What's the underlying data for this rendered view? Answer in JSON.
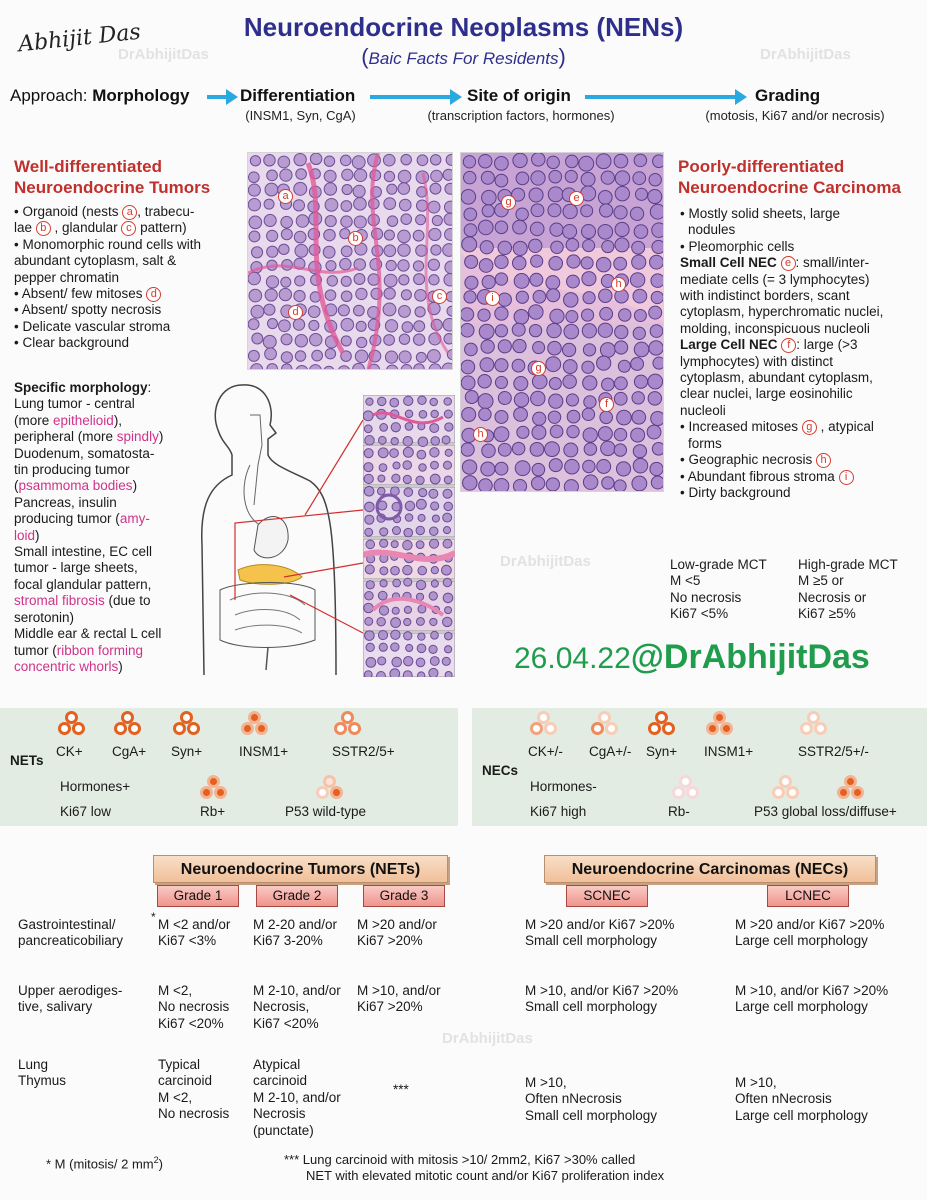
{
  "title": "Neuroendocrine Neoplasms (NENs)",
  "subtitle_open": "(",
  "subtitle": "Baic Facts For Residents",
  "subtitle_close": ")",
  "signature": "Abhijit Das",
  "watermark": "DrAbhijitDas",
  "approach": {
    "label": "Approach:",
    "steps": [
      {
        "name": "Morphology",
        "sub": ""
      },
      {
        "name": "Differentiation",
        "sub": "(INSM1, Syn, CgA)"
      },
      {
        "name": "Site of origin",
        "sub": "(transcription factors, hormones)"
      },
      {
        "name": "Grading",
        "sub": "(motosis, Ki67 and/or necrosis)"
      }
    ]
  },
  "wd": {
    "heading1": "Well-differentiated",
    "heading2": "Neuroendocrine Tumors",
    "bullets": [
      "• Organoid (nests",
      ", trabecu-",
      "lae",
      ", glandular",
      "pattern)",
      "• Monomorphic round cells with",
      "abundant cytoplasm, salt &",
      "pepper chromatin",
      "• Absent/ few mitoses",
      "• Absent/ spotty necrosis",
      "• Delicate vascular stroma",
      "• Clear background"
    ]
  },
  "specific": {
    "heading": "Specific morphology",
    "colon": ":",
    "lines": [
      {
        "t": "Lung tumor - central",
        "p": ""
      },
      {
        "t": "(more ",
        "p": "epithelioid",
        "e": "),"
      },
      {
        "t": "peripheral (more ",
        "p": "spindly",
        "e": ")"
      },
      {
        "t": "Duodenum, somatosta-",
        "p": ""
      },
      {
        "t": "tin producing tumor",
        "p": ""
      },
      {
        "t": "(",
        "p": "psammoma bodies",
        "e": ")"
      },
      {
        "t": "Pancreas, insulin",
        "p": ""
      },
      {
        "t": "producing tumor (",
        "p": "amy-",
        "e": ""
      },
      {
        "t": "",
        "p": "loid",
        "e": ")"
      },
      {
        "t": "Small intestine, EC cell",
        "p": ""
      },
      {
        "t": "tumor - large sheets,",
        "p": ""
      },
      {
        "t": "focal glandular pattern,",
        "p": ""
      },
      {
        "t": "",
        "p": "stromal fibrosis",
        "e": " (due to"
      },
      {
        "t": "serotonin)",
        "p": ""
      },
      {
        "t": "Middle ear & rectal L cell",
        "p": ""
      },
      {
        "t": "tumor (",
        "p": "ribbon forming",
        "e": ""
      },
      {
        "t": "",
        "p": "concentric whorls",
        "e": ")"
      }
    ]
  },
  "pd": {
    "heading1": "Poorly-differentiated",
    "heading2": "Neuroendocrine Carcinoma",
    "lines": [
      "• Mostly solid sheets, large",
      "nodules",
      "• Pleomorphic cells",
      "Small Cell NEC",
      ": small/inter-",
      "mediate cells (= 3 lymphocytes)",
      "with indistinct borders, scant",
      "cytoplasm, hyperchromatic nuclei,",
      "molding, inconspicuous nucleoli",
      "Large Cell NEC",
      ": large (>3",
      "lymphocytes) with distinct",
      "cytoplasm, abundant cytoplasm,",
      "clear nuclei, large eosinohilic",
      "nucleoli",
      "• Increased mitoses",
      ", atypical",
      "forms",
      "• Geographic necrosis",
      "• Abundant fibrous stroma",
      "• Dirty background"
    ]
  },
  "circle_labels": [
    "a",
    "b",
    "c",
    "d",
    "e",
    "f",
    "g",
    "h",
    "i"
  ],
  "mct": {
    "low": [
      "Low-grade MCT",
      "M <5",
      "No necrosis",
      "Ki67 <5%"
    ],
    "high": [
      "High-grade MCT",
      "M ≥5 or",
      "Necrosis or",
      "Ki67 ≥5%"
    ]
  },
  "date": "26.04.22",
  "handle": "@DrAbhijitDas",
  "nets_box": {
    "label": "NETs",
    "markers": [
      "CK+",
      "CgA+",
      "Syn+",
      "INSM1+",
      "SSTR2/5+"
    ],
    "row2": [
      "Hormones+"
    ],
    "row3": [
      "Ki67 low",
      "Rb+",
      "P53 wild-type"
    ]
  },
  "necs_box": {
    "label": "NECs",
    "markers": [
      "CK+/-",
      "CgA+/-",
      "Syn+",
      "INSM1+",
      "SSTR2/5+/-"
    ],
    "row2": [
      "Hormones-"
    ],
    "row3": [
      "Ki67 high",
      "Rb-",
      "P53 global loss/diffuse+"
    ]
  },
  "colors": {
    "title": "#2e2f8c",
    "red_heading": "#c0302d",
    "pink_text": "#d0328a",
    "arrow": "#29a9e0",
    "green_handle": "#1f9d4c",
    "circle_orange": "#e4601f"
  },
  "table": {
    "net_header": "Neuroendocrine Tumors (NETs)",
    "nec_header": "Neuroendocrine Carcinomas (NECs)",
    "grades": [
      "Grade 1",
      "Grade 2",
      "Grade 3"
    ],
    "nec_types": [
      "SCNEC",
      "LCNEC"
    ],
    "star": "*",
    "rows": [
      {
        "site": [
          "Gastrointestinal/",
          "pancreaticobiliary"
        ],
        "g1": [
          "M <2 and/or",
          "Ki67 <3%"
        ],
        "g2": [
          "M 2-20 and/or",
          "Ki67 3-20%"
        ],
        "g3": [
          "M >20 and/or",
          "Ki67 >20%"
        ],
        "sc": [
          "M >20 and/or Ki67 >20%",
          "Small cell morphology"
        ],
        "lc": [
          "M >20 and/or Ki67 >20%",
          "Large cell morphology"
        ]
      },
      {
        "site": [
          "Upper aerodiges-",
          "tive, salivary"
        ],
        "g1": [
          "M <2,",
          "No necrosis",
          "Ki67 <20%"
        ],
        "g2": [
          "M 2-10, and/or",
          "Necrosis,",
          "Ki67 <20%"
        ],
        "g3": [
          "M >10, and/or",
          "Ki67 >20%"
        ],
        "sc": [
          "M >10, and/or Ki67 >20%",
          "Small cell morphology"
        ],
        "lc": [
          "M >10, and/or Ki67 >20%",
          "Large cell morphology"
        ]
      },
      {
        "site": [
          "Lung",
          "Thymus"
        ],
        "g1": [
          "Typical",
          "carcinoid",
          "M <2,",
          "No necrosis"
        ],
        "g2": [
          "Atypical",
          "carcinoid",
          "M 2-10, and/or",
          "Necrosis",
          "(punctate)"
        ],
        "g3": [
          "***"
        ],
        "sc": [
          "M >10,",
          "Often nNecrosis",
          "Small cell morphology"
        ],
        "lc": [
          "M >10,",
          "Often nNecrosis",
          "Large cell morphology"
        ]
      }
    ]
  },
  "footnotes": {
    "left": "* M (mitosis/ 2 mm",
    "left_sup": "2",
    "left_end": ")",
    "right1": "*** Lung carcinoid with mitosis >10/ 2mm2, Ki67 >30% called",
    "right2": "NET with elevated mitotic count and/or Ki67 proliferation index"
  }
}
